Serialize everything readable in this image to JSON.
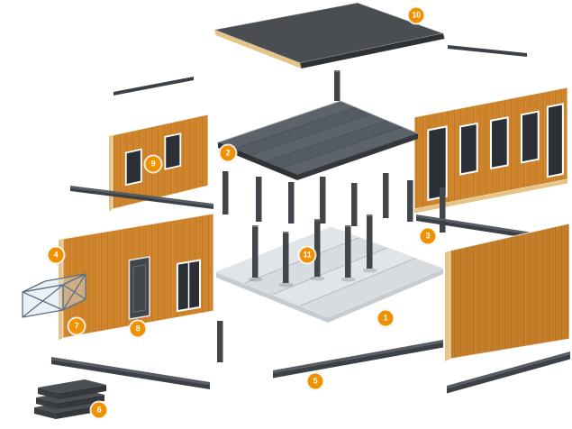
{
  "diagram": {
    "badges": [
      {
        "number": "1"
      },
      {
        "number": "2"
      },
      {
        "number": "3"
      },
      {
        "number": "4"
      },
      {
        "number": "5"
      },
      {
        "number": "6"
      },
      {
        "number": "7"
      },
      {
        "number": "8"
      },
      {
        "number": "9"
      },
      {
        "number": "10"
      },
      {
        "number": "11"
      }
    ]
  },
  "colors": {
    "background": "#FFFFFF",
    "badge": "#F29100",
    "wood_base": "#D2872E",
    "wood_grain": "#AD6B1C",
    "wood_grain2": "#C17B22",
    "wood_edge": "#E6C387",
    "roof_top": "#4A4E53",
    "roof_side": "#2F3235",
    "structure_gray": "#5D636B",
    "structure_gray2": "#565C63",
    "structure_edge": "#34383D",
    "floor_top": "#E1E5E8",
    "floor_top2": "#D7DCE0",
    "floor_edge": "#C6CCD1",
    "floor_line": "#AEB5BC",
    "beam": "#3C4147",
    "beam_light": "#575C62",
    "post": "#41464C",
    "post_light": "#6A7077",
    "glass": "#2B3036",
    "frame": "#FFFFFF",
    "box_fill": "rgba(208,224,238,0.45)",
    "box_edge": "#5E7086",
    "slab_top": "#4B4F54",
    "slab_front": "#3A3D41",
    "slab_side": "#34373B"
  }
}
